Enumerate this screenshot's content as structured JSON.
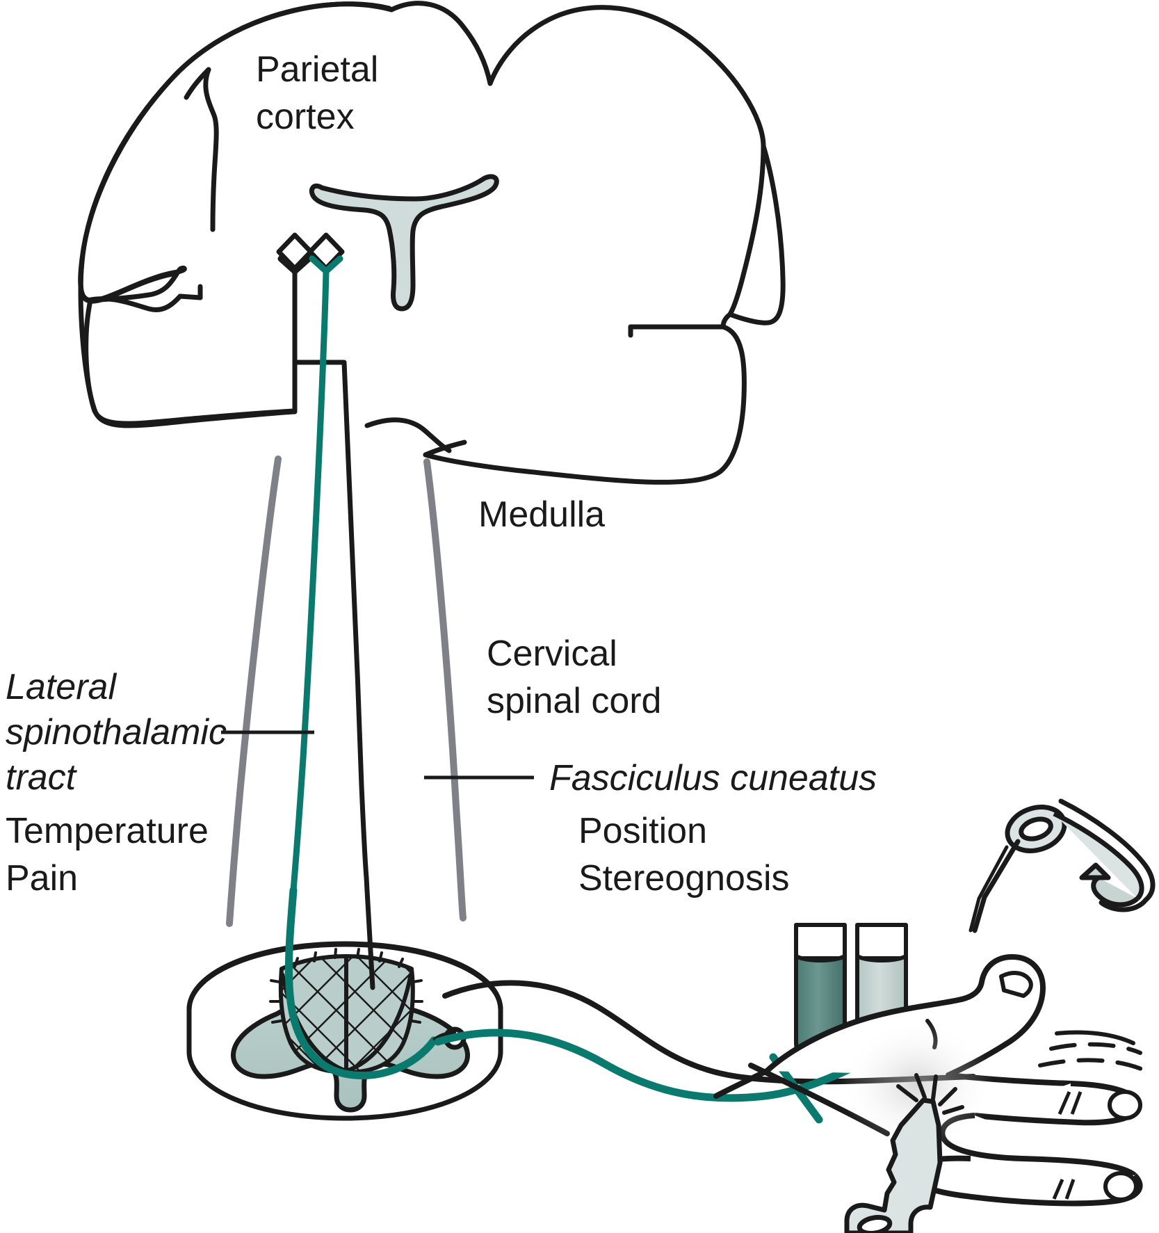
{
  "figure": {
    "title": "Sensory pathways: lateral spinothalamic tract and fasciculus cuneatus",
    "type": "anatomical-diagram"
  },
  "colors": {
    "outline": "#1a1a1a",
    "teal": "#0b7a6e",
    "gray_tract": "#808089",
    "ventricle_fill": "#cfdcd9",
    "gray_matter_fill": "#b9cecb",
    "tube_hot_fill": "#5f8d87",
    "tube_cold_fill": "#c0cfcc",
    "metal_fill": "#dbe4e2",
    "background": "#ffffff"
  },
  "labels": {
    "parietal_cortex": {
      "line1": "Parietal",
      "line2": "cortex",
      "style": "plain"
    },
    "medulla": {
      "line1": "Medulla",
      "style": "plain"
    },
    "cervical_spinal_cord": {
      "line1": "Cervical",
      "line2": "spinal cord",
      "style": "plain"
    },
    "lateral_spinothalamic_tract": {
      "line1": "Lateral",
      "line2": "spinothalamic",
      "line3": "tract",
      "style": "italic"
    },
    "lateral_modalities": {
      "line1": "Temperature",
      "line2": "Pain",
      "style": "plain"
    },
    "fasciculus_cuneatus": {
      "line1": "Fasciculus cuneatus",
      "style": "italic"
    },
    "dorsal_modalities": {
      "line1": "Position",
      "line2": "Stereognosis",
      "style": "plain"
    }
  },
  "structures": [
    {
      "name": "cerebral-hemispheres",
      "description": "Coronal brain outline"
    },
    {
      "name": "third-ventricle",
      "description": "Y-shaped shaded ventricle"
    },
    {
      "name": "thalamic-synapse-black",
      "description": "Diamond synapse on dorsal column pathway"
    },
    {
      "name": "thalamic-synapse-teal",
      "description": "Diamond synapse on spinothalamic pathway"
    },
    {
      "name": "medulla",
      "description": "Brainstem medulla region"
    },
    {
      "name": "cervical-spinal-cord",
      "description": "Cervical cord body"
    },
    {
      "name": "spinal-cord-cross-section",
      "description": "Transverse cord with butterfly gray matter and hatched dorsal columns"
    },
    {
      "name": "dorsal-column-hatched",
      "description": "Cross-hatched fasciculus cuneatus region"
    },
    {
      "name": "dorsal-root-ganglion",
      "description": "Small circle on dorsal root"
    },
    {
      "name": "peripheral-nerve-black",
      "description": "Dorsal column afferent to hand"
    },
    {
      "name": "peripheral-nerve-teal",
      "description": "Spinothalamic afferent to hand"
    },
    {
      "name": "hand",
      "description": "Hand receiving sensory tests"
    },
    {
      "name": "test-tube-hot",
      "description": "Warm stimulus tube"
    },
    {
      "name": "test-tube-cold",
      "description": "Cool stimulus tube"
    },
    {
      "name": "safety-pin",
      "description": "Pin for pain testing"
    },
    {
      "name": "key",
      "description": "Key for stereognosis testing"
    }
  ],
  "leader_lines": [
    {
      "name": "leader-lateral-spinothalamic",
      "from": "lateral-spinothalamic-tract-label",
      "to": "gray-tract-line"
    },
    {
      "name": "leader-fasciculus-cuneatus",
      "from": "fasciculus-cuneatus-label",
      "to": "dorsal-column-line"
    }
  ]
}
